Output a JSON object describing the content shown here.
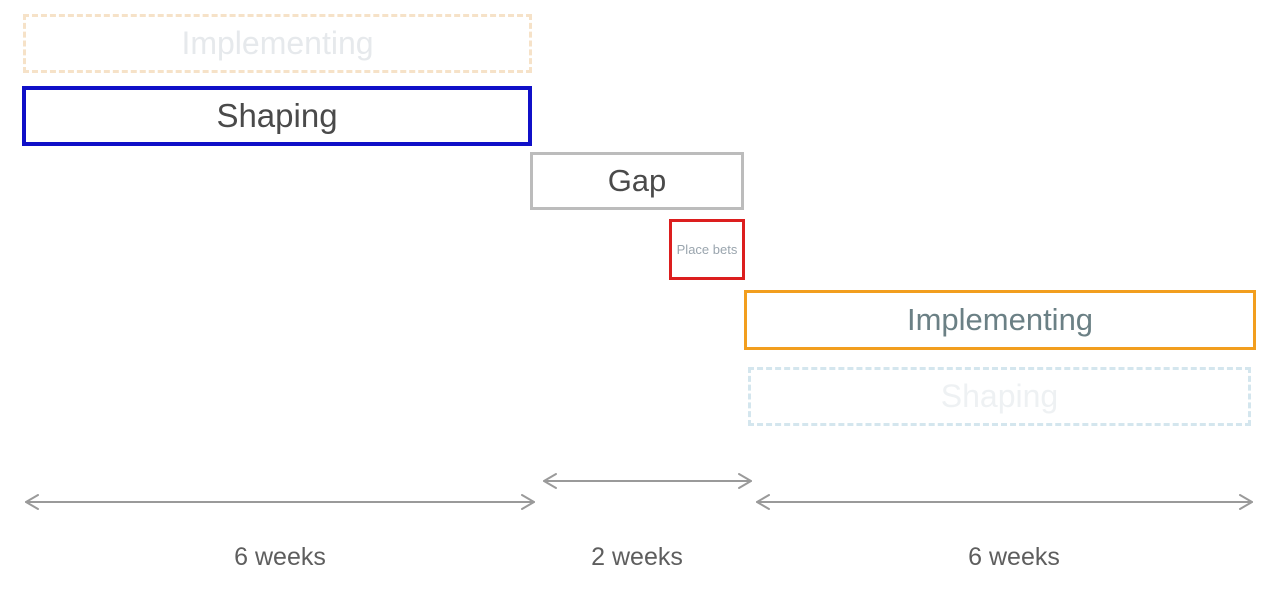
{
  "phases": {
    "ghost_implementing": "Implementing",
    "shaping": "Shaping",
    "gap": "Gap",
    "place_bets": "Place bets",
    "implementing": "Implementing",
    "ghost_shaping": "Shaping"
  },
  "durations": {
    "first": "6 weeks",
    "gap": "2 weeks",
    "second": "6 weeks"
  },
  "colors": {
    "shaping_border": "#1010c8",
    "gap_border": "#bcbcbc",
    "place_bets_border": "#dc1e1e",
    "implementing_border": "#f29e1e",
    "ghost_implementing_border": "#f6e2c8",
    "ghost_shaping_border": "#d4e6ee",
    "arrow": "#9a9a9a"
  }
}
